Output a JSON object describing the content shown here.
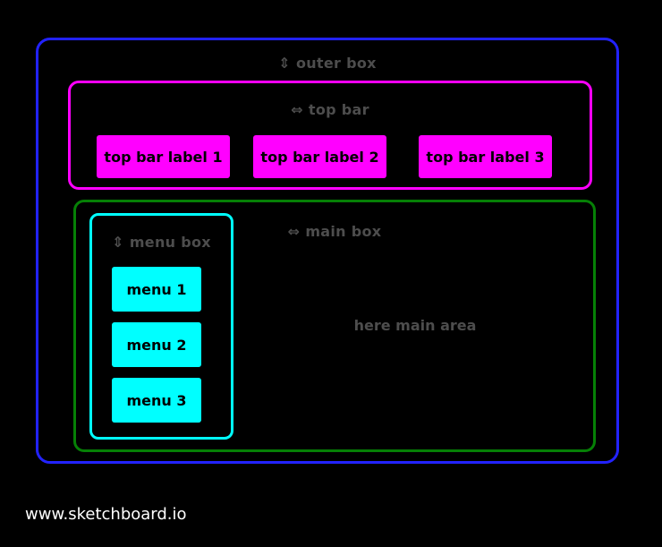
{
  "colors": {
    "background": "#000000",
    "outer_box_border": "#2222ff",
    "top_bar_border": "#ff00ff",
    "top_bar_item_fill": "#ff00ff",
    "main_box_border": "#068006",
    "menu_box_border": "#00ffff",
    "menu_item_fill": "#00ffff",
    "box_label_text": "#4d4d4d",
    "item_text": "#000000",
    "footer_text": "#ffffff"
  },
  "outer_box": {
    "arrow": "⇕",
    "text": "outer box"
  },
  "top_bar": {
    "arrow": "⇔",
    "text": "top bar",
    "items": [
      {
        "label": "top bar label 1"
      },
      {
        "label": "top bar label 2"
      },
      {
        "label": "top bar label 3"
      }
    ]
  },
  "main_box": {
    "arrow": "⇔",
    "text": "main box",
    "center_text": "here main area"
  },
  "menu_box": {
    "arrow": "⇕",
    "text": "menu box",
    "items": [
      {
        "label": "menu 1"
      },
      {
        "label": "menu 2"
      },
      {
        "label": "menu 3"
      }
    ]
  },
  "footer": {
    "brand": "www.sketchboard.io"
  }
}
